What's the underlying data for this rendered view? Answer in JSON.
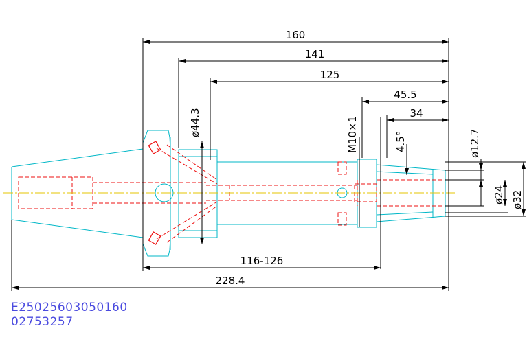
{
  "dimensions": {
    "d160": "160",
    "d141": "141",
    "d125": "125",
    "d45_5": "45.5",
    "d34": "34",
    "phi44_3": "ø44.3",
    "m10": "M10×1",
    "angle": "4.5°",
    "phi12_7": "ø12.7",
    "phi24": "ø24",
    "phi32": "ø32",
    "d116_126": "116-126",
    "d228_4": "228.4"
  },
  "codes": {
    "order_code": "E25025603050160",
    "part_number": "02753257"
  },
  "colors": {
    "outline": "#00b7c7",
    "hidden": "#ee1111",
    "dimension": "#000000",
    "center": "#e6c400",
    "code_text": "#4a4adf"
  }
}
